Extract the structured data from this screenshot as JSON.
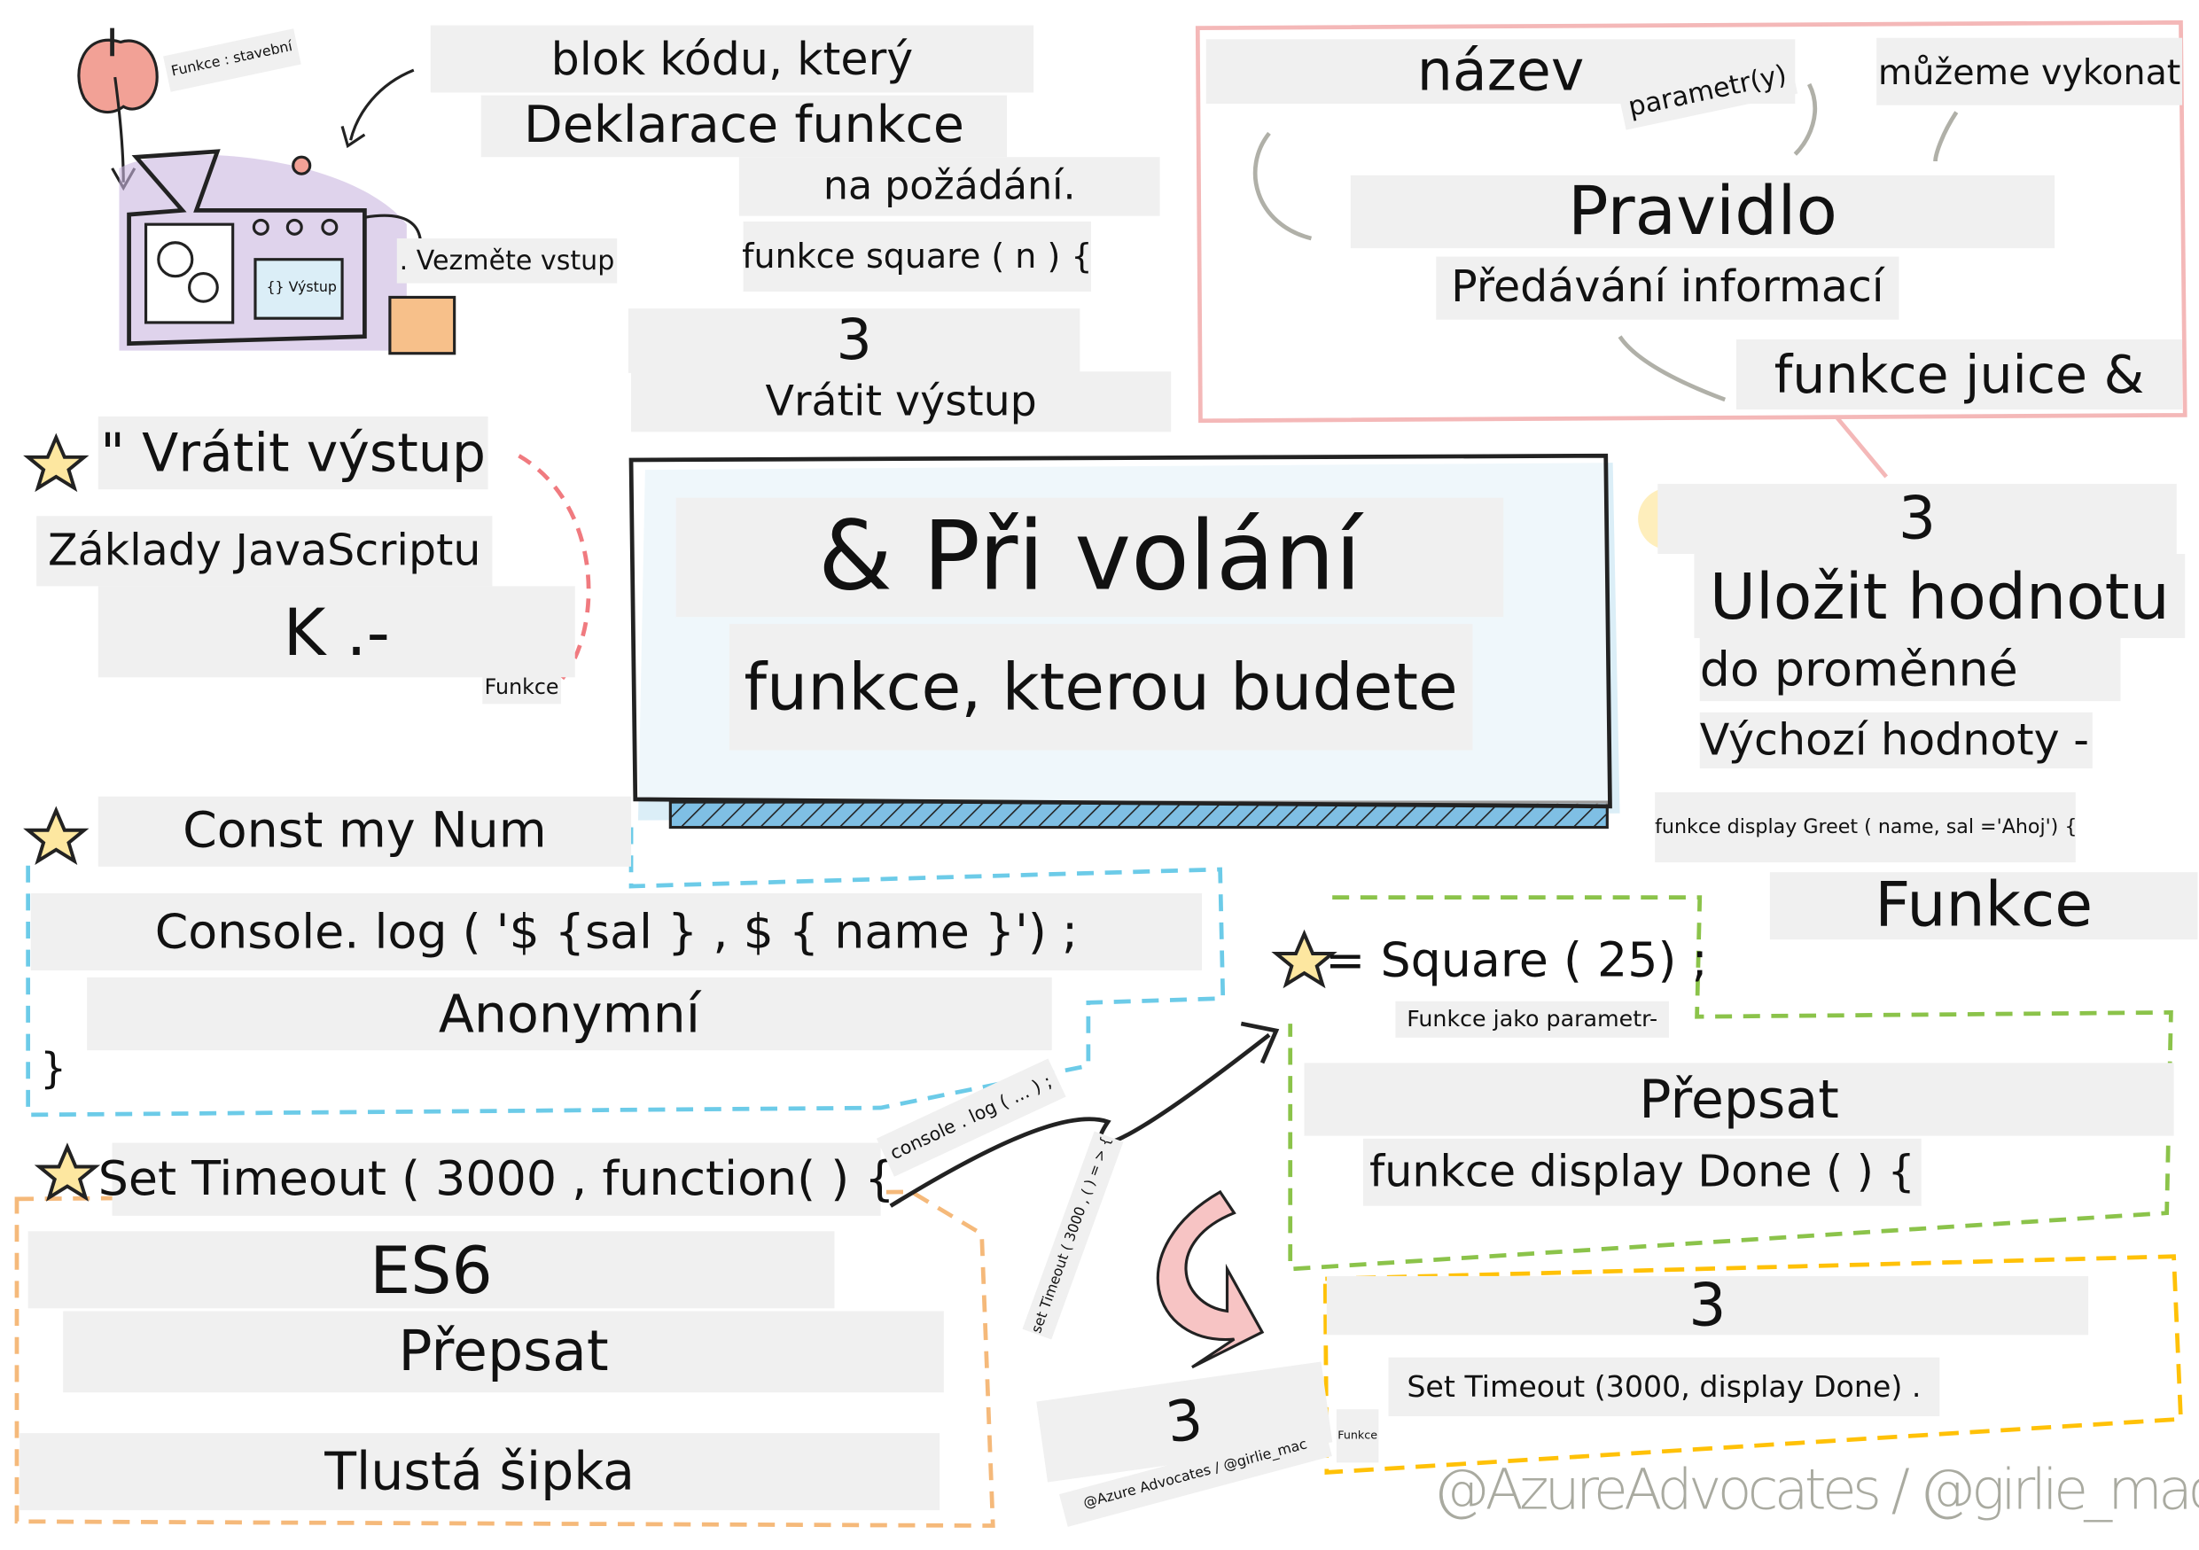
{
  "colors": {
    "pink": "#f4b8b8",
    "blue": "#6ccbe8",
    "green": "#8bc34a",
    "yellow": "#ffc107",
    "orange": "#f5b97a",
    "purple": "#c9b6e0",
    "label_bg": "#f0f0f0",
    "watermark": "#a9aaa0"
  },
  "icons": [
    "apple-icon",
    "function-machine-icon",
    "juice-glass-icon",
    "star-icon",
    "curved-arrow-icon"
  ],
  "top_left": {
    "machine_tag": "Funkce : stavební",
    "machine_screen": "{} Výstup",
    "take_input": ". Vezměte vstup",
    "block_line1": "blok kódu, který",
    "declaration": "Deklarace funkce",
    "on_demand": "na požádání.",
    "square_decl": "funkce square ( n ) {",
    "num3": "3",
    "return_output": "Vrátit výstup"
  },
  "left_column": {
    "return_quote": "\" Vrátit výstup",
    "basics": "Základy JavaScriptu",
    "k": "K .-",
    "funkce": "Funkce"
  },
  "center": {
    "title": "& Při volání",
    "subtitle": "funkce, kterou budete"
  },
  "rule_box": {
    "name": "název",
    "params": "parametr(y)",
    "can_execute": "můžeme vykonat",
    "rule": "Pravidlo",
    "passing": "Předávání informací",
    "juice": "funkce juice &"
  },
  "right_column": {
    "num3": "3",
    "store_value": "Uložit hodnotu",
    "into_variable": "do proměnné",
    "defaults": "Výchozí hodnoty -",
    "greet_decl": "funkce display Greet ( name, sal ='Ahoj') {",
    "funkce": "Funkce"
  },
  "anon_section": {
    "const": "Const my Num",
    "console": "Console. log ( '$ {sal } , $ { name }') ;",
    "anonymous": "Anonymní",
    "brace": "}"
  },
  "param_section": {
    "square_call": "= Square ( 25) ;",
    "as_param": "Funkce jako parametr-",
    "rewrite": "Přepsat",
    "done_decl": "funkce display Done ( ) {"
  },
  "timeout_section": {
    "set_timeout": "Set Timeout ( 3000 , function( ) {",
    "console_log": "console . log ( ... ) ;",
    "arrow_timeout": "set Timeout ( 3000 , ( ) = > {",
    "es6": "ES6",
    "rewrite": "Přepsat",
    "fat_arrow": "Tlustá šipka"
  },
  "yellow_section": {
    "num3": "3",
    "call": "Set Timeout (3000, display Done) ."
  },
  "bottom": {
    "num3": "3",
    "credit_small": "@Azure Advocates / @girlie_mac",
    "funkce_small": "Funkce",
    "watermark": "@AzureAdvocates / @girlie_mac"
  }
}
